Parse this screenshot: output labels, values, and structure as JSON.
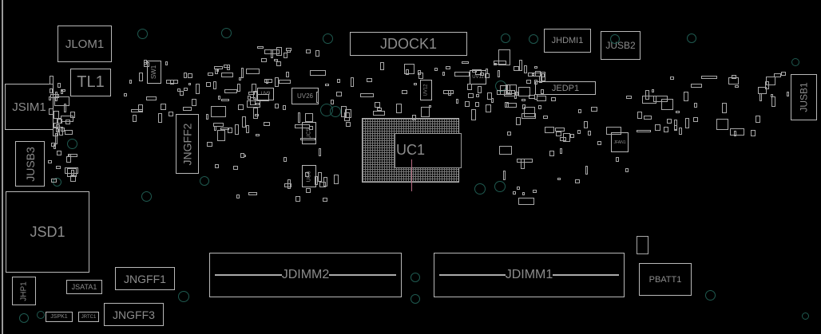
{
  "components": {
    "JLOM1": "JLOM1",
    "TL1": "TL1",
    "JSIM1": "JSIM1",
    "JUSB3": "JUSB3",
    "JSD1": "JSD1",
    "JHP1": "JHP1",
    "JSATA1": "JSATA1",
    "JSPK1": "JSPK1",
    "JRTC1": "JRTC1",
    "JNGFF1": "JNGFF1",
    "JNGFF2": "JNGFF2",
    "JNGFF3": "JNGFF3",
    "SW1": "SW1",
    "UV9": "UV9",
    "UV26": "UV26",
    "UC5": "UC5",
    "UC6": "UC6",
    "JDOCK1": "JDOCK1",
    "UV11": "UV11",
    "UV12": "UV12",
    "UC1": "UC1",
    "JHDMI1": "JHDMI1",
    "JUSB2": "JUSB2",
    "JEDP1": "JEDP1",
    "JUSB1": "JUSB1",
    "JFAN1": "JFAN1",
    "JDIMM1": "JDIMM1",
    "JDIMM2": "JDIMM2",
    "PBATT1": "PBATT1"
  },
  "colors": {
    "outline": "#b8b8b8",
    "label": "#8c8c8c",
    "hole": "#1f5a50",
    "background": "#000000"
  }
}
